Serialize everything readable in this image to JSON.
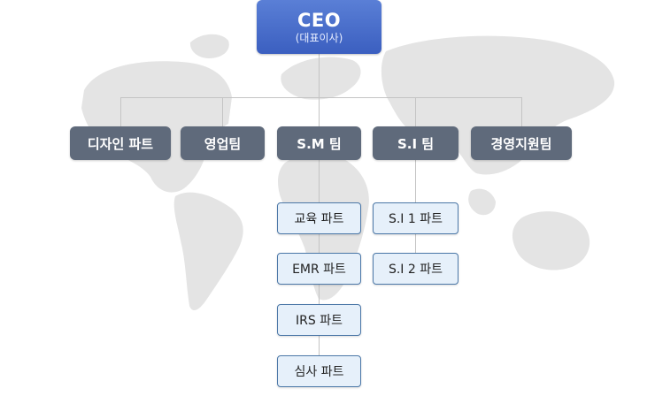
{
  "ceo": {
    "title": "CEO",
    "subtitle": "(대표이사)"
  },
  "teams": [
    "디자인 파트",
    "영업팀",
    "S.M 팀",
    "S.I 팀",
    "경영지원팀"
  ],
  "sm_parts": [
    "교육 파트",
    "EMR 파트",
    "IRS 파트",
    "심사 파트"
  ],
  "si_parts": [
    "S.I 1 파트",
    "S.I 2 파트"
  ],
  "colors": {
    "ceo": "#4a6fd0",
    "team": "#5f6a7b",
    "part_fill": "#e6f0fa",
    "part_border": "#4c78a8",
    "map": "#e4e4e4"
  }
}
